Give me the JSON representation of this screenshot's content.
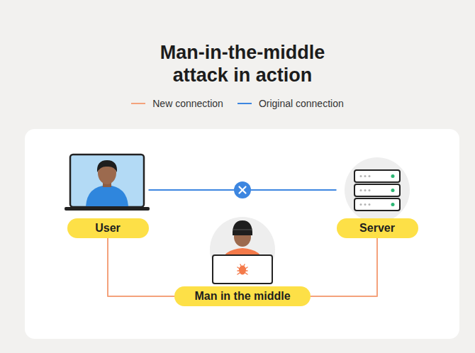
{
  "diagram": {
    "title": "Man-in-the-middle attack in action",
    "nodes": [
      {
        "text": [
          "User"
        ]
      },
      {
        "text": [
          "Server"
        ]
      },
      {
        "text": [
          "Man in the middle"
        ]
      }
    ],
    "edges": [
      {
        "from": 0,
        "to": 1,
        "arrow": "none"
      },
      {
        "from": 0,
        "to": 2,
        "arrow": "none"
      },
      {
        "from": 2,
        "to": 1,
        "arrow": "none"
      }
    ],
    "legend": [
      {
        "text": "New connection"
      },
      {
        "text": "Original connection"
      }
    ]
  }
}
